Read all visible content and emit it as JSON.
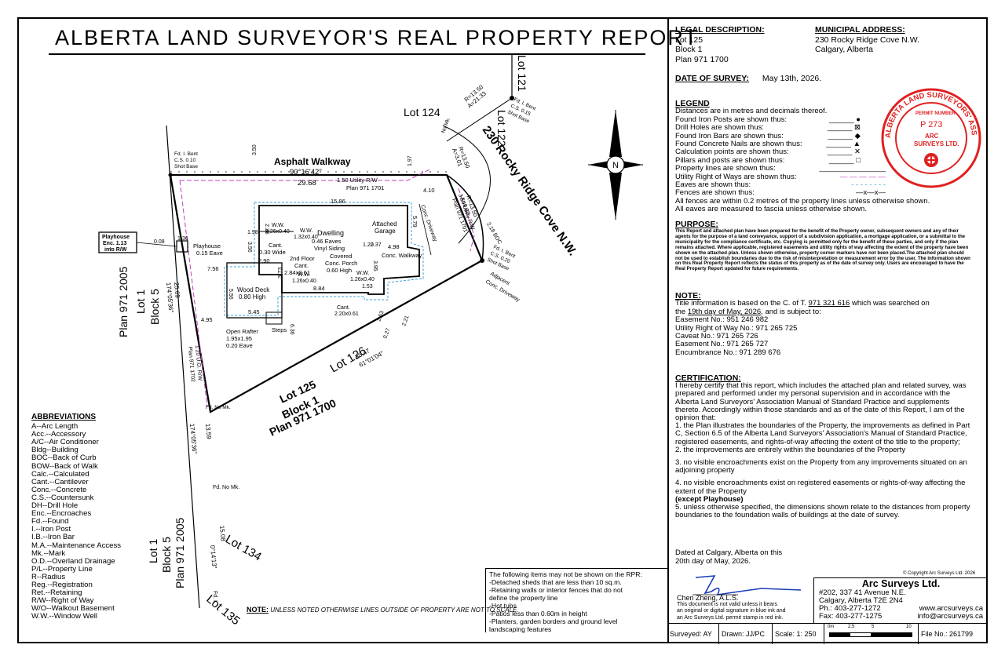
{
  "title": "ALBERTA LAND SURVEYOR'S REAL PROPERTY REPORT",
  "legal": {
    "heading": "LEGAL DESCRIPTION:",
    "lines": [
      "Lot 125",
      "Block 1",
      "Plan 971 1700"
    ]
  },
  "municipal": {
    "heading": "MUNICIPAL ADDRESS:",
    "lines": [
      "230 Rocky Ridge Cove N.W.",
      "Calgary, Alberta"
    ]
  },
  "date_of_survey": {
    "label": "DATE OF SURVEY:",
    "value": "May 13th, 2026."
  },
  "legend": {
    "heading": "LEGEND",
    "intro": "Distances are in metres and decimals thereof.",
    "rows": [
      "Found Iron Posts are shown thus:",
      "Drill Holes are shown thus:",
      "Found Iron Bars are shown thus:",
      "Found Concrete Nails are shown thus:",
      "Calculation points are shown thus:",
      "Pillars and posts are shown thus:",
      "Property lines are shown thus:",
      "Utility Right of Ways are shown thus:",
      "Eaves are shown thus:",
      "Fences are shown thus:"
    ],
    "fence_symbol": "—x—x—",
    "footnotes": [
      "All fences are within 0.2 metres of the property lines unless otherwise shown.",
      "All eaves are measured to fascia unless otherwise shown."
    ]
  },
  "purpose": {
    "heading": "PURPOSE:",
    "text": "This Report and attached plan have been prepared for the benefit of the Property owner, subsequent owners and any of their agents for the purpose of a land conveyance, support of a subdivision application, a mortgage application, or a submittal to the municipality for the compliance certificate, etc. Copying is permitted only for the benefit of these parties, and only if the plan remains attached. Where applicable, registered easements and utility rights of way affecting the extent of the property have been shown on the attached plan. Unless shown otherwise, property corner markers have not been placed.The attached plan should not be used to establish boundaries due to the risk of misinterpretation or measurement error by the user. The information shown on this Real Property Report reflects the status of this property as of the date of survey only. Users are encouraged to have the Real Property Report updated for future requirements."
  },
  "note": {
    "heading": "NOTE:",
    "title_line_a": "Title information is based on the C. of T.",
    "title_number": "971 321 616",
    "title_line_b": "which was searched on",
    "title_line_c_pre": "the",
    "title_search_date": "19th day of May, 2026",
    "title_line_c_post": ", and is subject to:",
    "items": [
      "Easement No.:  951 246 982",
      "Utility Right of Way No.:  971 265 725",
      "Caveat No.:  971 265 726",
      "Easement No.:  971 265 727",
      "Encumbrance No.:  971 289 676"
    ]
  },
  "certification": {
    "heading": "CERTIFICATION:",
    "intro": "I hereby certify that this report, which includes the attached plan and related survey, was prepared and performed under my personal supervision and in accordance with the Alberta Land Surveyors' Association Manual of Standard Practice and supplements thereto. Accordingly within those standards and as of the date of this Report, I am of the opinion that:",
    "items": [
      "1.  the Plan illustrates the boundaries of the Property, the improvements as defined in Part C, Section 6.5 of the Alberta Land Surveyors' Association's Manual of Standard Practice, registered easements, and rights-of-way affecting the extent of the title to the property;",
      "2.  the improvements are entirely within the boundaries of the Property",
      "3.  no visible encroachments exist on the Property from any improvements situated on an adjoining property",
      "4.  no visible encroachments exist on registered easements or rights-of-way affecting the extent of the Property",
      "5.  unless otherwise specified, the dimensions shown relate to the distances from property boundaries to the foundation walls of buildings at the date of survey."
    ],
    "exception": "(except Playhouse)"
  },
  "signature": {
    "dated_line1": "Dated at Calgary, Alberta on this",
    "dated_line2": "20th day of May, 2026.",
    "name": "Chen Zheng,  A.L.S.",
    "validity": [
      "This document is not valid unless it bears",
      "an original or digital signature in blue ink and",
      "an Arc Surveys Ltd. permit stamp in red ink."
    ]
  },
  "stamp": {
    "outer_text": "ALBERTA LAND SURVEYORS' ASSOCIATION",
    "permit_label": "PERMIT NUMBER",
    "permit_no": "P 273",
    "company_line1": "ARC",
    "company_line2": "SURVEYS LTD.",
    "color": "#e02020"
  },
  "firm": {
    "copyright": "© Copyright Arc Surveys Ltd. 2026",
    "name": "Arc Surveys Ltd.",
    "address1": "#202, 337 41 Avenue N.E.",
    "address2": "Calgary, Alberta T2E 2N4",
    "phone": "Ph.:  403-277-1272",
    "fax": "Fax:  403-277-1275",
    "web": "www.arcsurveys.ca",
    "email": "info@arcsurveys.ca"
  },
  "bottom_bar": {
    "surveyed": "Surveyed: AY",
    "drawn": "Drawn: JJ/PC",
    "scale": "Scale: 1: 250",
    "scale_ticks": [
      "0m",
      "2.5",
      "5",
      "10"
    ],
    "file": "File No.: 261799"
  },
  "abbreviations": {
    "heading": "ABBREVIATIONS",
    "items": [
      "A--Arc Length",
      "Acc.--Accessory",
      "A/C--Air Conditioner",
      "Bldg--Building",
      "BOC--Back of Curb",
      "BOW--Back of Walk",
      "Calc.--Calculated",
      "Cant.--Cantilever",
      "Conc.--Concrete",
      "C.S.--Countersunk",
      "DH--Drill Hole",
      "Enc.--Encroaches",
      "Fd.--Found",
      "I.--Iron Post",
      "I.B.--Iron Bar",
      "M.A.--Maintenance Access",
      "Mk.--Mark",
      "O.D.--Overland Drainage",
      "P/L--Property Line",
      "R--Radius",
      "Reg.--Registration",
      "Ret.--Retaining",
      "R/W--Right of Way",
      "W/O--Walkout Basement",
      "W.W.--Window Well"
    ]
  },
  "rpr_note": {
    "lines": [
      "The following items may not be shown on the RPR:",
      "-Detached sheds that are less than 10 sq.m.",
      "-Retaining walls or interior fences that do not",
      " define the property line",
      "-Hot tubs",
      "-Patios less than 0.60m in height",
      "-Planters, garden borders and ground level",
      " landscaping features"
    ]
  },
  "map_note": {
    "label": "NOTE:",
    "text": "UNLESS NOTED OTHERWISE LINES OUTSIDE OF PROPERTY ARE NOT TO SCALE."
  },
  "plan": {
    "lot124": "Lot 124",
    "lot122": "Lot 122",
    "lot121": "Lot 121",
    "lot126": "Lot 126",
    "lot134": "Lot 134",
    "lot135": "Lot 135",
    "subject": [
      "Lot 125",
      "Block 1",
      "Plan 971 1700"
    ],
    "west_lot": [
      "Lot 1",
      "Block 5",
      "Plan 971 2005"
    ],
    "west_lot2": [
      "Lot 1",
      "Block 5",
      "Plan 971 2005"
    ],
    "street": "230 Rocky Ridge Cove N.W.",
    "walkway": "Asphalt Walkway",
    "north_bearing": "90°16'42\"",
    "north_dist": "29.68",
    "dwelling": [
      "Dwelling",
      "0.46 Eaves",
      "Vinyl Siding"
    ],
    "garage": [
      "Attached",
      "Garage"
    ],
    "covered_porch": [
      "Covered",
      "Conc. Porch",
      "0.60 High"
    ],
    "second_floor": [
      "2nd Floor",
      "Cant.",
      "2.84x0.61"
    ],
    "cant_030": [
      "Cant.",
      "0.30 Wide"
    ],
    "wood_deck": [
      "Wood Deck",
      "0.80 High"
    ],
    "open_rafter": [
      "Open Rafter",
      "1.95x1.95",
      "0.20 Eave"
    ],
    "playhouse": [
      "Playhouse",
      "0.15 Eave"
    ],
    "playhouse_enc": [
      "Playhouse",
      "Enc. 1.13",
      "into R/W"
    ],
    "utility_rw_top": [
      "1.50 Utility R/W",
      "Plan 971 1701"
    ],
    "utility_rw_east": [
      "3.50 Utility R/W",
      "Plan 971 1701"
    ],
    "utility_rw_west": [
      "1.20 U.O. R/W",
      "Plan 971 1702"
    ],
    "conc_walkway": "Conc. Walkway",
    "conc_driveway": "Conc. Driveway",
    "adjacent_driveway": [
      "Adjacent",
      "Conc. Driveway"
    ],
    "steps": "Steps",
    "ww1": [
      "W.W.",
      "1.32x0.40"
    ],
    "ww2": [
      "W.W.",
      "1.26x0.40"
    ],
    "ww3": [
      "W.W.",
      "1.26x0.40"
    ],
    "ww4": [
      "W.W.",
      "1.26x0.40"
    ],
    "cant_bottom": [
      "Cant.",
      "2.20x0.61"
    ],
    "south_bearing": "61°01'04\"",
    "south_dist": "35.47",
    "west_bearing": "174°05'36\"",
    "west_dist": "25.69",
    "west_bearing2": "174°05'36\"",
    "arc1": [
      "R=13.50",
      "A=21.33"
    ],
    "arc2": [
      "R=13.50",
      "A=3.01"
    ],
    "arc3": [
      "R=13.50",
      "A=9.32"
    ],
    "fd_ibent_nw": [
      "Fd. I. Bent",
      "C.S. 0.10",
      "Shot Base"
    ],
    "fd_ibent_e": [
      "Fd. I. Bent",
      "C.S. 0.15",
      "Shot Base"
    ],
    "fd_ibent_se": [
      "Fd. I. Bent",
      "C.S. 0.20",
      "Shot Base"
    ],
    "fd_nomk": "Fd. No Mk.",
    "fd_nomk2": "Fd. No Mk.",
    "fd_i": "Fd. I.",
    "no_mk": "No Mk.",
    "dim_1508": "15.08",
    "dim_1359": "13.59",
    "bearing_01413": "0°14'13\"",
    "dims": {
      "d350": "3.50",
      "d197": "1.97",
      "d410": "4.10",
      "d1586": "15.86",
      "d579": "5.79",
      "d498": "4.98",
      "d756": "7.56",
      "d290": "2.90",
      "d373": "3.73",
      "d884": "8.84",
      "d545": "5.45",
      "d495": "4.95",
      "d198": "1.98",
      "d236": "2.36",
      "d356": "3.56",
      "d556": "5.56",
      "d008": "0.08",
      "d136": "1.36",
      "d122": "1.22",
      "d037": "0.37",
      "d395": "3.95",
      "d153": "1.53",
      "d636": "6.36",
      "d263": "2.63",
      "d221": "2.21",
      "d027": "0.27",
      "d218": "2.18 BOC"
    }
  },
  "colors": {
    "eave": "#3aa0d8",
    "row": "#c040c0",
    "stamp": "#e02020",
    "signature": "#1a3fb8"
  }
}
